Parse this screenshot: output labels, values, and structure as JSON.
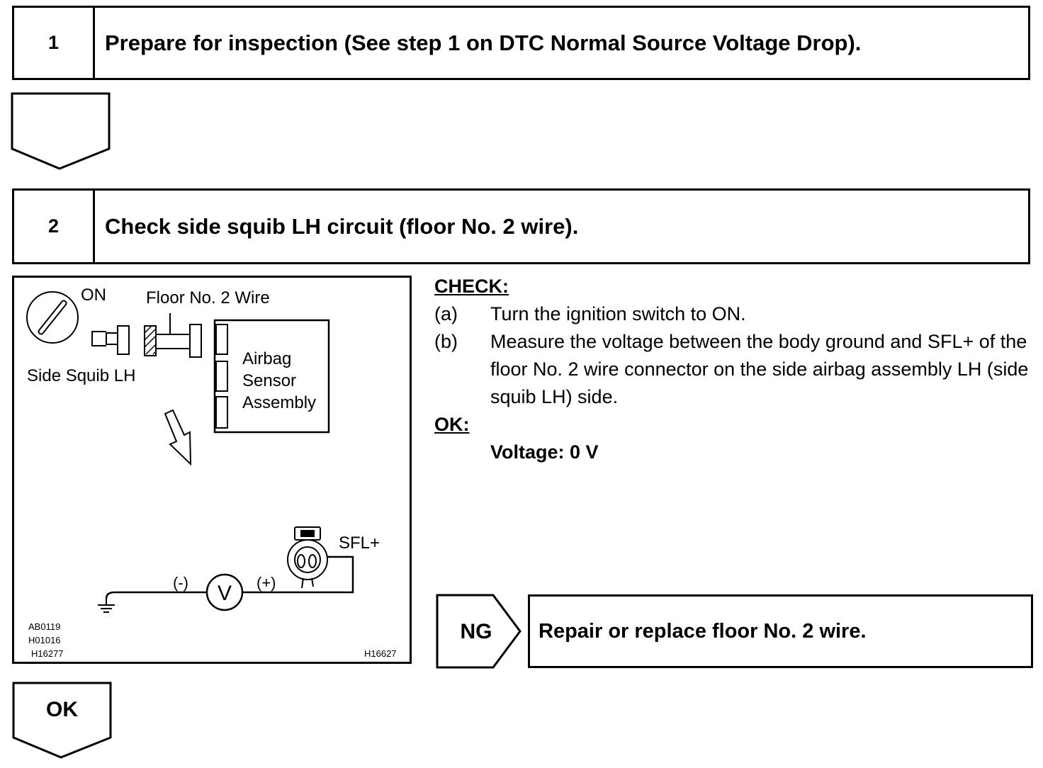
{
  "step1": {
    "number": "1",
    "title": "Prepare for inspection (See step 1 on DTC Normal Source Voltage Drop)."
  },
  "step2": {
    "number": "2",
    "title": "Check side squib LH circuit (floor No. 2 wire)."
  },
  "figure": {
    "labels": {
      "on": "ON",
      "floor_wire": "Floor No. 2 Wire",
      "side_squib": "Side Squib LH",
      "sensor_line1": "Airbag",
      "sensor_line2": "Sensor",
      "sensor_line3": "Assembly",
      "sfl": "SFL+",
      "minus": "(-)",
      "plus": "(+)",
      "voltmeter": "V",
      "code1": "AB0119",
      "code2": "H01016",
      "code3": "H16277",
      "code4": "H16627"
    }
  },
  "check": {
    "heading": "CHECK:",
    "items": [
      {
        "label": "(a)",
        "text": "Turn the ignition switch to ON."
      },
      {
        "label": "(b)",
        "text": "Measure the voltage between the body ground and SFL+ of the floor No. 2 wire connector on the side airbag assembly LH (side squib LH) side."
      }
    ],
    "ok_heading": "OK:",
    "ok_spec": "Voltage: 0 V"
  },
  "ng_branch": {
    "label": "NG",
    "action": "Repair or replace floor No. 2 wire."
  },
  "ok_branch": {
    "label": "OK"
  }
}
